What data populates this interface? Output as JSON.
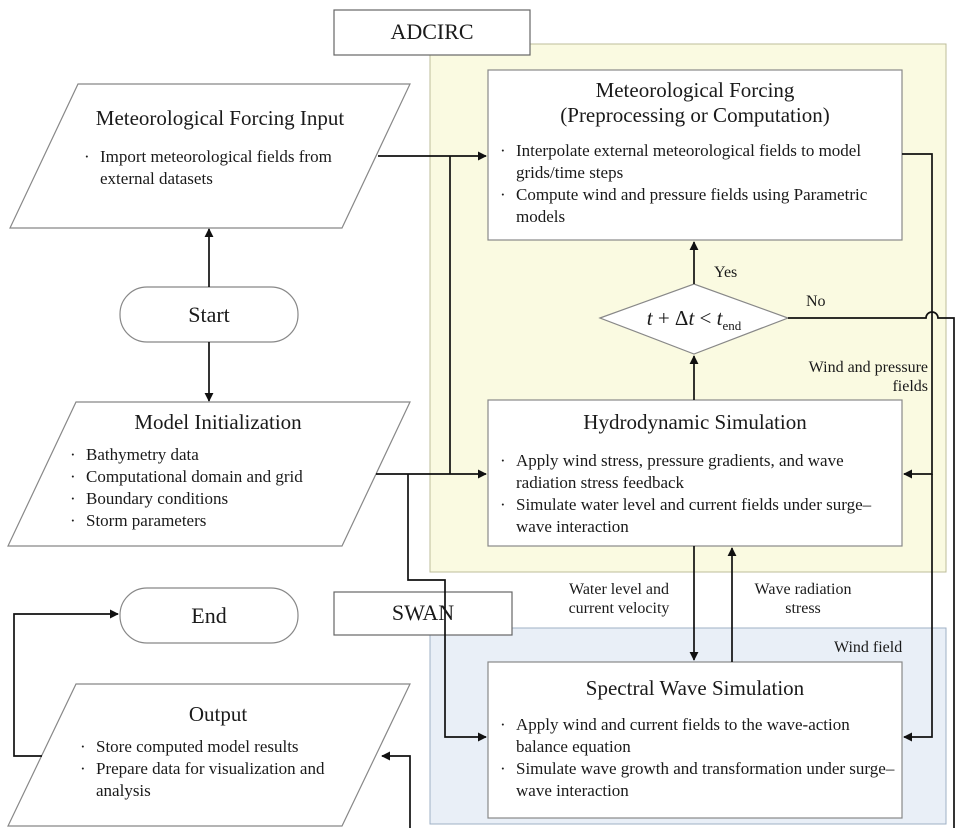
{
  "labels": {
    "adcirc": "ADCIRC",
    "swan": "SWAN"
  },
  "met_input": {
    "title": "Meteorological Forcing Input",
    "bullets": [
      "Import meteorological fields from external datasets"
    ]
  },
  "start": "Start",
  "end": "End",
  "model_init": {
    "title": "Model Initialization",
    "bullets": [
      "Bathymetry data",
      "Computational domain and grid",
      "Boundary conditions",
      "Storm parameters"
    ]
  },
  "output": {
    "title": "Output",
    "bullets": [
      "Store computed model results",
      "Prepare data for visualization and analysis"
    ]
  },
  "met_forcing": {
    "title_line1": "Meteorological Forcing",
    "title_line2": "(Preprocessing or Computation)",
    "bullets": [
      "Interpolate external meteorological fields to model grids/time steps",
      "Compute wind and pressure fields using Parametric models"
    ]
  },
  "decision": {
    "t": "t",
    "op1": " + Δ",
    "dt": "t",
    "op2": " < ",
    "tend": "t",
    "sub": "end"
  },
  "hydro": {
    "title": "Hydrodynamic Simulation",
    "bullets": [
      "Apply wind stress, pressure gradients, and wave radiation stress feedback",
      "Simulate water level and current fields under surge–wave interaction"
    ]
  },
  "spectral": {
    "title": "Spectral Wave Simulation",
    "bullets": [
      "Apply wind and current fields to the wave-action balance equation",
      "Simulate wave growth and transformation under surge–wave interaction"
    ]
  },
  "edges": {
    "yes": "Yes",
    "no": "No",
    "wind_pressure": "Wind and pressure fields",
    "water_level": "Water level and current velocity",
    "wave_radiation": "Wave radiation stress",
    "wind_field": "Wind field"
  },
  "bullet_glyph": "·",
  "colors": {
    "adcirc_region": "#fafae1",
    "swan_region": "#e9eff7",
    "stroke": "#222222"
  }
}
